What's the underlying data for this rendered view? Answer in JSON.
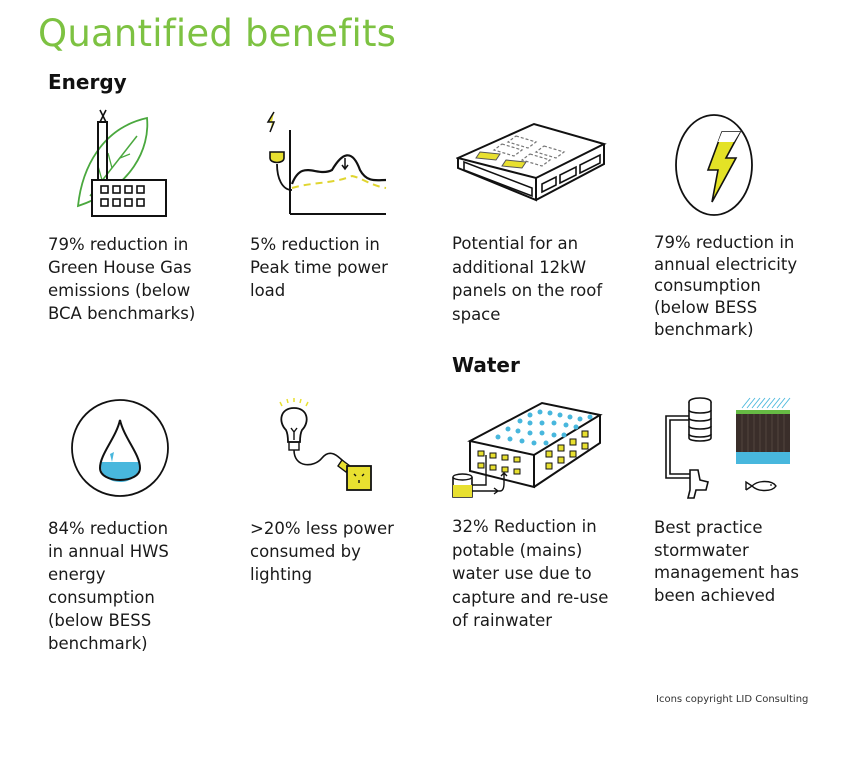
{
  "page": {
    "title": "Quantified benefits",
    "accent_color": "#7dc242"
  },
  "sections": {
    "energy": {
      "heading": "Energy"
    },
    "water": {
      "heading": "Water"
    }
  },
  "items": [
    {
      "icon": "factory-leaf-icon",
      "text": "79% reduction in Green House Gas emissions (below BCA benchmarks)"
    },
    {
      "icon": "peak-load-graph-icon",
      "text": "5% reduction in Peak time power load"
    },
    {
      "icon": "solar-roof-icon",
      "text": "Potential for an additional 12kW panels on the roof space"
    },
    {
      "icon": "lightning-bolt-icon",
      "text": "79% reduction in annual electricity consumption (below BESS benchmark)"
    },
    {
      "icon": "water-drop-icon",
      "text": "84% reduction in annual HWS energy consumption (below BESS benchmark)"
    },
    {
      "icon": "light-bulb-plug-icon",
      "text": ">20% less power consumed by lighting"
    },
    {
      "icon": "rainwater-building-icon",
      "text": "32% Reduction in potable (mains) water use due to capture and re-use of rainwater"
    },
    {
      "icon": "stormwater-icon",
      "text": "Best practice stormwater management has been achieved"
    }
  ],
  "footer": {
    "copyright": "Icons copyright LID Consulting"
  }
}
